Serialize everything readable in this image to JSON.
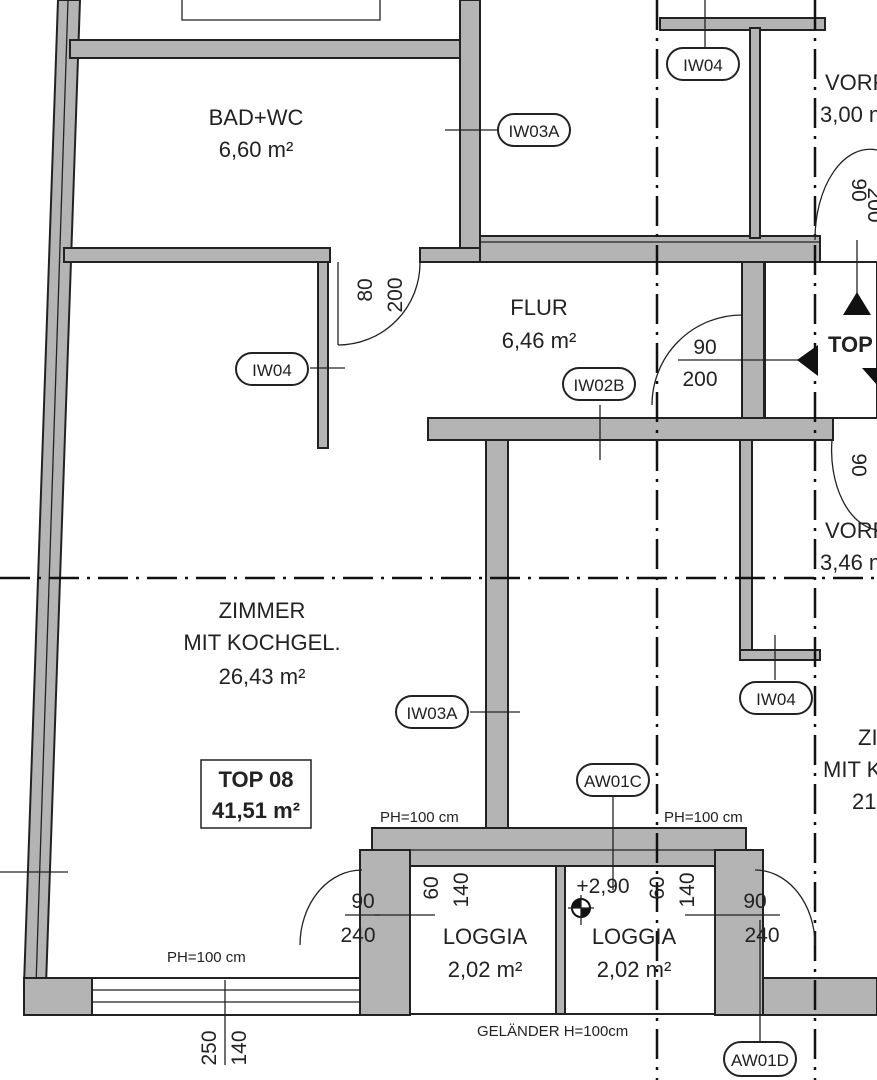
{
  "rooms": {
    "bad": {
      "name": "BAD+WC",
      "area": "6,60 m²"
    },
    "flur": {
      "name": "FLUR",
      "area": "6,46 m²"
    },
    "zimmer": {
      "name": "ZIMMER",
      "sub": "MIT KOCHGEL.",
      "area": "26,43 m²"
    },
    "loggia_left": {
      "name": "LOGGIA",
      "area": "2,02 m²"
    },
    "loggia_right": {
      "name": "LOGGIA",
      "area": "2,02 m²"
    },
    "vorr_top": {
      "name": "VORR",
      "area": "3,00 m"
    },
    "vorr_mid": {
      "name": "VORR",
      "area": "3,46 m"
    },
    "zimmer_right": {
      "name": "ZI",
      "sub": "MIT K",
      "area": "21"
    }
  },
  "unit": {
    "name": "TOP 08",
    "area": "41,51 m²",
    "neighbor": "TOP"
  },
  "tags": {
    "iw03a_top": "IW03A",
    "iw04_top": "IW04",
    "iw04_left": "IW04",
    "iw02b": "IW02B",
    "iw03a_mid": "IW03A",
    "iw04_right": "IW04",
    "aw01c": "AW01C",
    "aw01d": "AW01D"
  },
  "dimensions": {
    "bad_door_w": "80",
    "bad_door_h": "200",
    "flur_door_w": "90",
    "flur_door_h": "200",
    "vorr_door_w": "90",
    "vorr_door_h": "200",
    "vorr2_door_w": "90",
    "loggia_l_door_w": "90",
    "loggia_l_door_h": "240",
    "loggia_r_door_w": "90",
    "loggia_r_door_h": "240",
    "loggia_l_win_w": "60",
    "loggia_l_win_h": "140",
    "loggia_r_win_w": "60",
    "loggia_r_win_h": "140",
    "window_w": "250",
    "window_h": "140",
    "level": "+2,90"
  },
  "notes": {
    "ph_left": "PH=100 cm",
    "ph_mid": "PH=100 cm",
    "ph_right": "PH=100 cm",
    "gelaender": "GELÄNDER H=100cm"
  }
}
